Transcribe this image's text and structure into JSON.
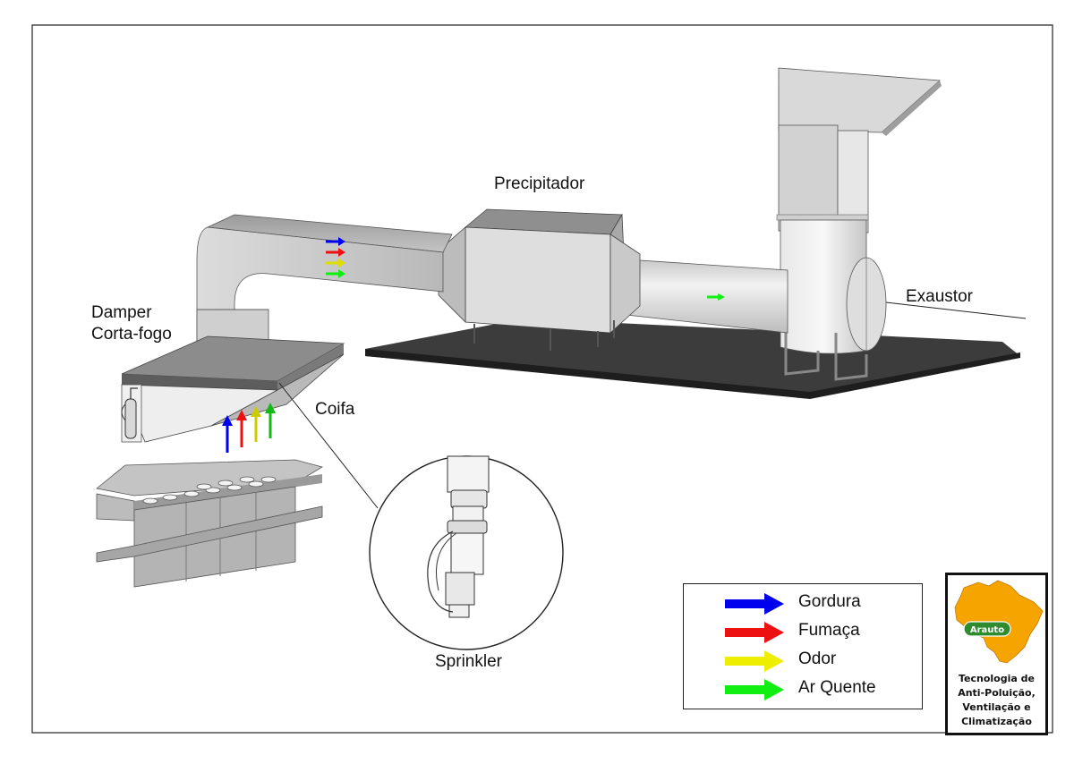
{
  "labels": {
    "damper_line1": "Damper",
    "damper_line2": "Corta-fogo",
    "coifa": "Coifa",
    "precipitador": "Precipitador",
    "exaustor": "Exaustor",
    "sprinkler": "Sprinkler"
  },
  "legend": {
    "items": [
      {
        "name": "Gordura",
        "color": "#0000ee"
      },
      {
        "name": "Fumaça",
        "color": "#ee1111"
      },
      {
        "name": "Odor",
        "color": "#eeee00"
      },
      {
        "name": "Ar Quente",
        "color": "#11ee11"
      }
    ]
  },
  "brand": {
    "caption_lines": [
      "Tecnologia de",
      "Anti-Poluição,",
      "Ventilação e",
      "Climatização"
    ],
    "map_color": "#f6a400",
    "logo_color": "#2e8b2e",
    "logo_text": "Arauto"
  },
  "icons": [
    "fire-extinguisher-icon",
    "sprinkler-head-icon",
    "flow-arrow-icon",
    "brazil-map-icon"
  ]
}
